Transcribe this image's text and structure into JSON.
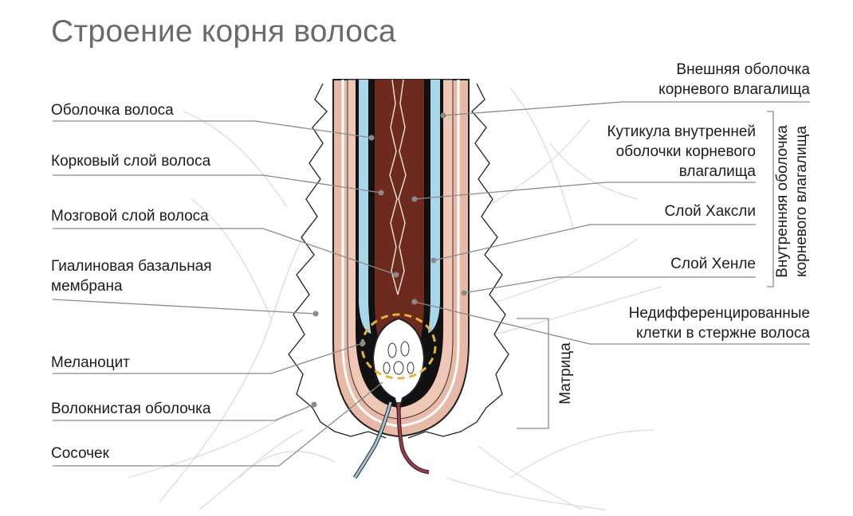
{
  "title": "Строение корня волоса",
  "labels_left": {
    "hair_sheath": "Оболочка волоса",
    "cortex": "Корковый слой волоса",
    "medulla": "Мозговой слой волоса",
    "hyaline_line1": "Гиалиновая базальная",
    "hyaline_line2": "мембрана",
    "melanocyte": "Меланоцит",
    "fibrous_sheath": "Волокнистая оболочка",
    "papilla": "Сосочек"
  },
  "labels_right": {
    "outer_sheath_line1": "Внешняя оболочка",
    "outer_sheath_line2": "корневого влагалища",
    "cuticle_line1": "Кутикула внутренней",
    "cuticle_line2": "оболочки корневого",
    "cuticle_line3": "влагалища",
    "huxley": "Слой Хаксли",
    "henle": "Слой Хенле",
    "undiff_line1": "Недифференцированные",
    "undiff_line2": "клетки в стержне волоса"
  },
  "brackets": {
    "inner_sheath_line1": "Внутренняя оболочка",
    "inner_sheath_line2": "корневого влагалища",
    "matrix": "Матрица"
  },
  "colors": {
    "title": "#6b6b6b",
    "skin_pink": "#e8b9a6",
    "hair_dark": "#6e2a1f",
    "light_blue": "#a9d7ea",
    "black_layer": "#111111",
    "melanocyte_dash": "#e7b43a",
    "blood_vessel_red": "#9e3b48",
    "blood_vessel_blue": "#9fc6d8"
  }
}
